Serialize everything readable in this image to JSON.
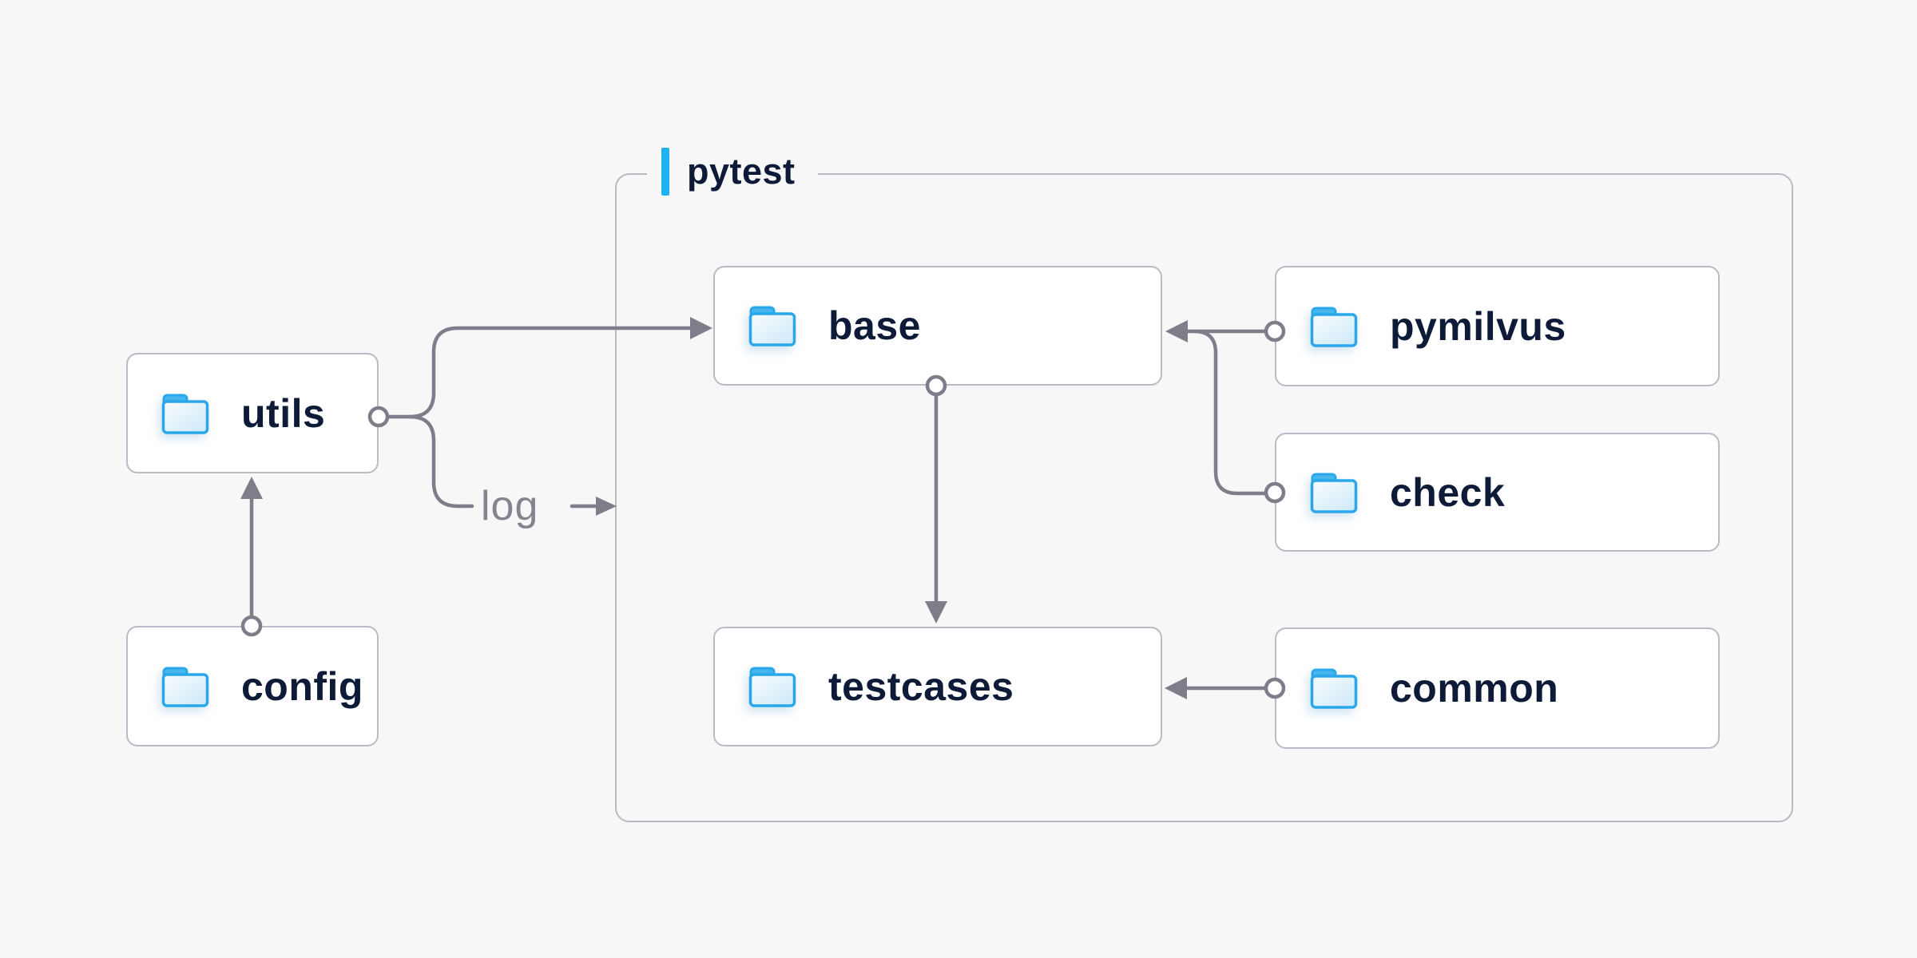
{
  "container": {
    "label": "pytest"
  },
  "nodes": [
    {
      "id": "utils",
      "label": "utils"
    },
    {
      "id": "config",
      "label": "config"
    },
    {
      "id": "base",
      "label": "base"
    },
    {
      "id": "testcases",
      "label": "testcases"
    },
    {
      "id": "pymilvus",
      "label": "pymilvus"
    },
    {
      "id": "check",
      "label": "check"
    },
    {
      "id": "common",
      "label": "common"
    }
  ],
  "edges": [
    {
      "from": "config",
      "to": "utils"
    },
    {
      "from": "utils",
      "to": "base"
    },
    {
      "from": "utils",
      "to": "pytest",
      "label": "log"
    },
    {
      "from": "base",
      "to": "testcases"
    },
    {
      "from": "pymilvus",
      "to": "base"
    },
    {
      "from": "check",
      "to": "base"
    },
    {
      "from": "common",
      "to": "testcases"
    }
  ],
  "colors": {
    "background": "#f7f7f8",
    "node_fill": "#ffffff",
    "node_border": "#b9bcc6",
    "group_border": "#b7bac4",
    "accent_blue": "#1fb1f2",
    "folder_blue": "#29a7ea",
    "connector_gray": "#7d7e89",
    "edge_label_gray": "#83848e",
    "text_navy": "#0e1b38"
  },
  "icons": [
    "folder-icon"
  ]
}
